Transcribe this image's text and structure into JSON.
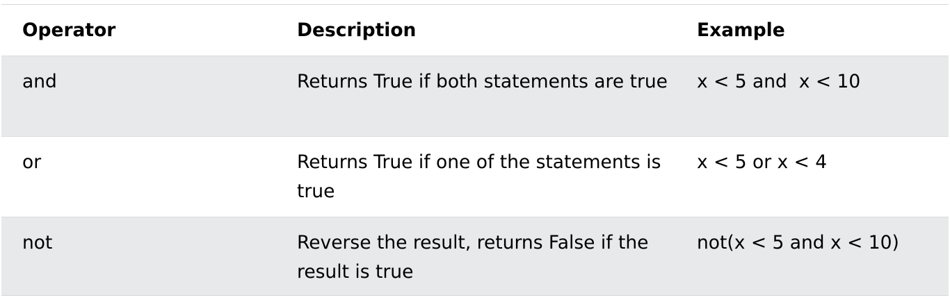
{
  "table": {
    "headers": {
      "operator": "Operator",
      "description": "Description",
      "example": "Example"
    },
    "rows": [
      {
        "operator": "and",
        "description": "Returns True if both statements are true",
        "example": "x < 5 and  x < 10"
      },
      {
        "operator": "or",
        "description": "Returns True if one of the statements is true",
        "example": "x < 5 or x < 4"
      },
      {
        "operator": "not",
        "description": "Reverse the result, returns False if the result is true",
        "example": "not(x < 5 and x < 10)"
      }
    ],
    "colors": {
      "odd_row_background": "#e7e9eb",
      "even_row_background": "#ffffff",
      "border": "#dddddd"
    }
  }
}
